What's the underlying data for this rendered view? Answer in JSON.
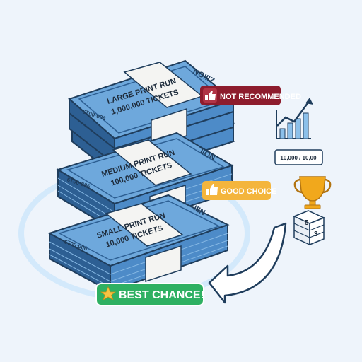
{
  "stacks": [
    {
      "id": "large",
      "title": "LARGE PRINT RUN",
      "count": "1,000,000 TICKETS",
      "serial": "900-0019",
      "edge": "ZIIION"
    },
    {
      "id": "medium",
      "title": "MEDIUM PRINT RUN",
      "count": "100,000 TICKETS",
      "serial": "900-0019",
      "edge": "NOIL"
    },
    {
      "id": "small",
      "title": "SMALL PRINT RUN",
      "count": "10,000 TICKETS",
      "serial": "900-0019",
      "edge": "NIII"
    }
  ],
  "badges": {
    "not_recommended": "NOT RECOMMENDED",
    "good_choice": "GOOD CHOICE",
    "best_chance": "BEST CHANCE!"
  },
  "odds_card": "10,000 / 10,00",
  "dice": {
    "top": "5",
    "side": "3"
  },
  "icons": [
    "thumbs-up-icon",
    "star-icon",
    "trophy-icon",
    "growth-chart-icon",
    "dice-icon",
    "curved-arrow-icon"
  ],
  "colors": {
    "ticket": "#6ea8dc",
    "ticket_dark": "#3f7fbe",
    "ticket_edge": "#2d5f93",
    "band": "#f4f4f2",
    "red_badge": "#8d1c2d",
    "orange_badge": "#f4b53c",
    "green_badge": "#2eb062",
    "glow": "#cfe8fb",
    "trophy": "#f1a81c"
  }
}
